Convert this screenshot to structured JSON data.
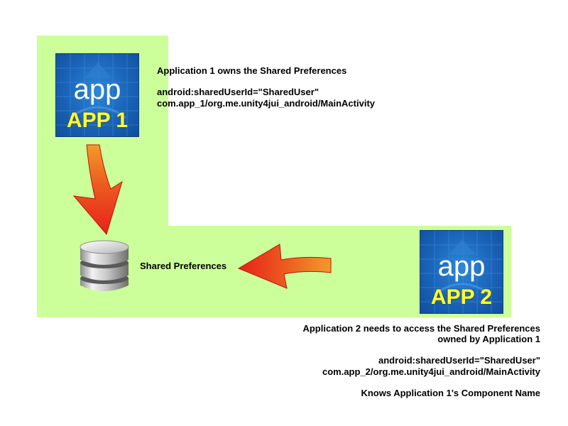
{
  "app1": {
    "icon_word": "app",
    "icon_name": "APP 1",
    "caption_line1": "Application 1 owns the Shared Preferences",
    "caption_line2": "android:sharedUserId=\"SharedUser\"",
    "caption_line3": "com.app_1/org.me.unity4jui_android/MainActivity"
  },
  "app2": {
    "icon_word": "app",
    "icon_name": "APP 2",
    "caption_line1": "Application 2 needs to access the Shared Preferences",
    "caption_line2": "owned by Application 1",
    "caption_line3": "android:sharedUserId=\"SharedUser\"",
    "caption_line4": "com.app_2/org.me.unity4jui_android/MainActivity",
    "caption_line5": "Knows Application 1's Component Name"
  },
  "shared_preferences": {
    "label": "Shared Preferences",
    "icon": "database-icon"
  },
  "colors": {
    "background_block": "#ccff99",
    "arrow_red": "#e8211a",
    "arrow_orange": "#f39a2a",
    "icon_blue": "#1a63b8",
    "icon_label_yellow": "#ffff33"
  }
}
